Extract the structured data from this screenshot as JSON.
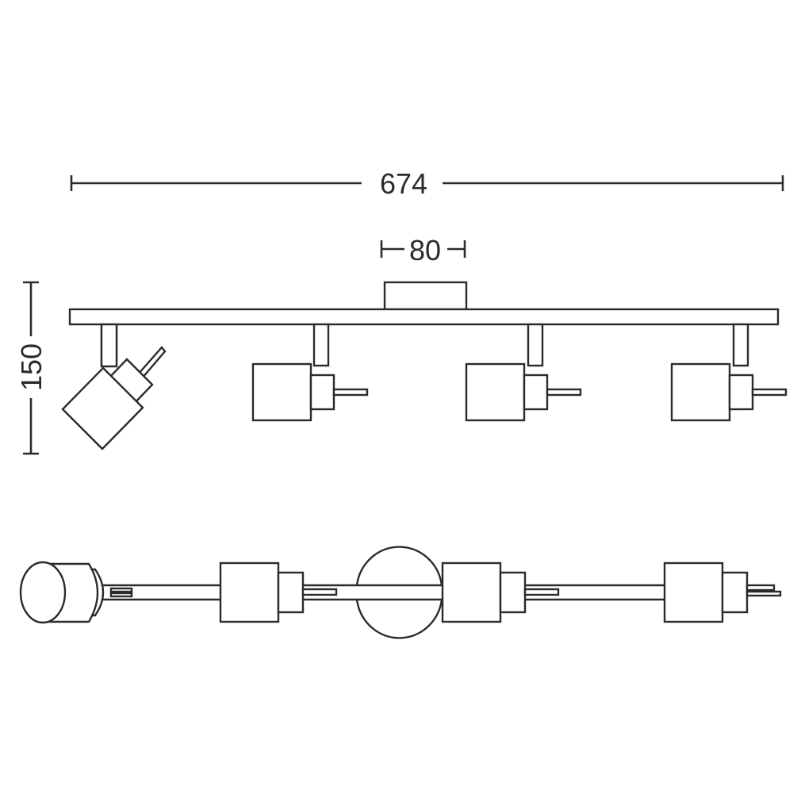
{
  "dimensions": {
    "total_width": "674",
    "mount_width": "80",
    "height": "150"
  },
  "colors": {
    "line": "#2b2b2b",
    "background": "#ffffff"
  }
}
